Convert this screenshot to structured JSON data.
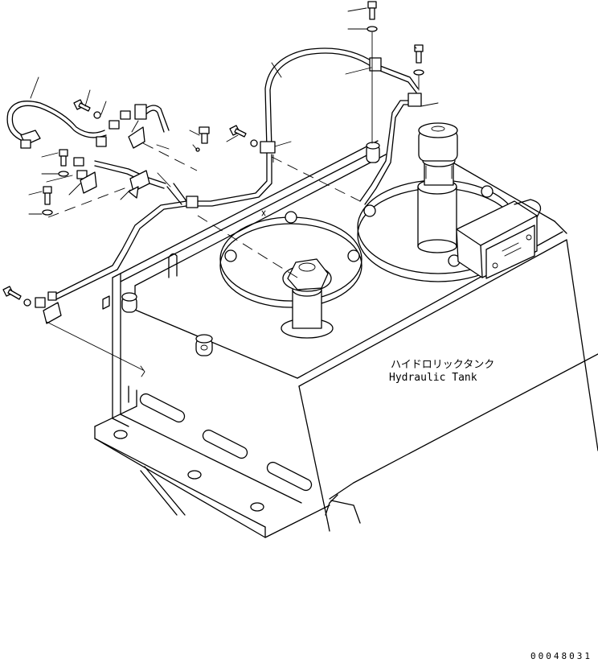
{
  "labels": {
    "tank_jp": "ハイドロリックタンク",
    "tank_en": "Hydraulic Tank"
  },
  "drawing_code": "00048031"
}
